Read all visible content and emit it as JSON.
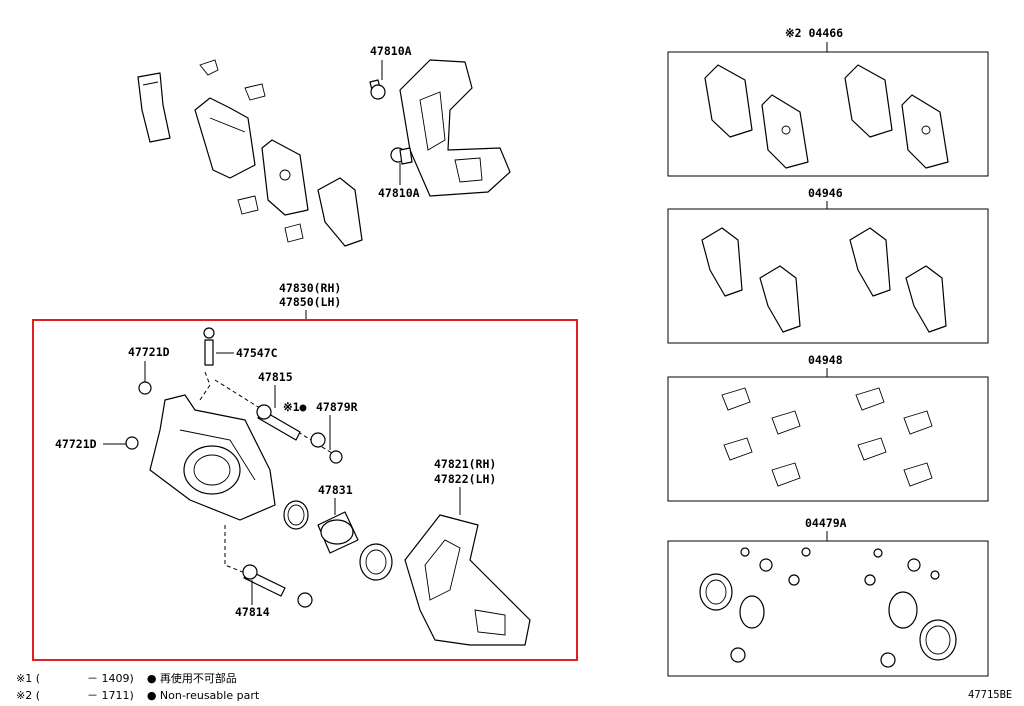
{
  "labels": {
    "top_bolt_a": "47810A",
    "top_bolt_b": "47810A",
    "caliper_rh": "47830(RH)",
    "caliper_lh": "47850(LH)",
    "bleeder_bolt_1": "47721D",
    "bleeder_bolt_2": "47721D",
    "bleeder_plug": "47547C",
    "pin_47815": "47815",
    "ref_marker": "※1●",
    "part_47879r": "47879R",
    "mount_rh": "47821(RH)",
    "mount_lh": "47822(LH)",
    "piston": "47831",
    "pin_47814": "47814",
    "kit_04466": "※2 04466",
    "kit_04946": "04946",
    "kit_04948": "04948",
    "kit_04479a": "04479A",
    "figure_code": "47715BE"
  },
  "notes": [
    {
      "mark": "※1",
      "open": "(",
      "range": "－ 1409)",
      "jp": "● 再使用不可部品"
    },
    {
      "mark": "※2",
      "open": "(",
      "range": "－ 1711)",
      "en": "● Non-reusable part"
    }
  ],
  "colors": {
    "highlight": "#e02020",
    "ink": "#000000"
  }
}
